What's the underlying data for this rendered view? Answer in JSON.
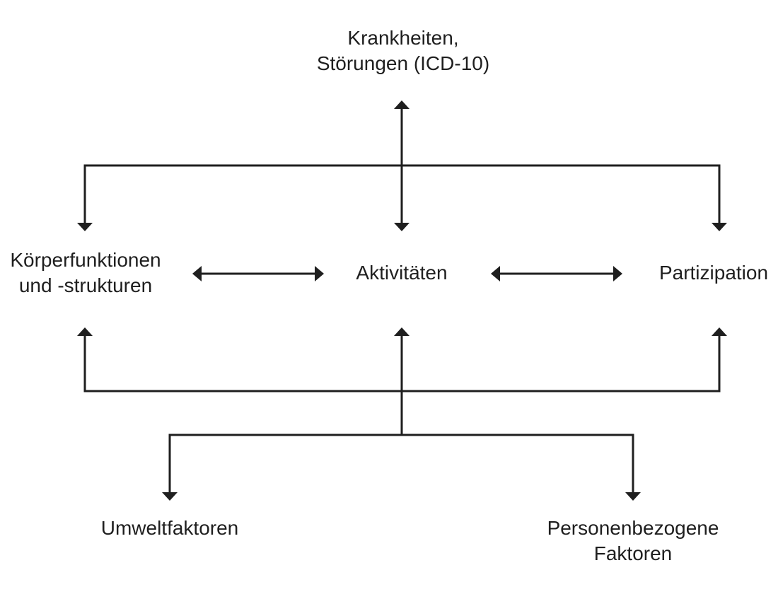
{
  "nodes": {
    "health_condition": {
      "line1": "Krankheiten,",
      "line2": "Störungen (ICD-10)"
    },
    "body_functions": {
      "line1": "Körperfunktionen",
      "line2": "und -strukturen"
    },
    "activities": {
      "label": "Aktivitäten"
    },
    "participation": {
      "label": "Partizipation"
    },
    "environmental_factors": {
      "label": "Umweltfaktoren"
    },
    "personal_factors": {
      "line1": "Personenbezogene",
      "line2": "Faktoren"
    }
  },
  "colors": {
    "stroke": "#1f1f1f",
    "background": "#ffffff"
  }
}
